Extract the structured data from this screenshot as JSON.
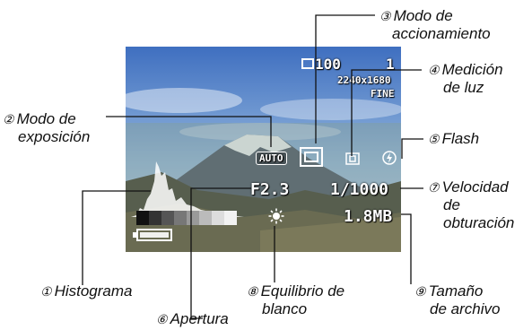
{
  "screen": {
    "counter": "100",
    "remaining": "1",
    "resolution": "2240x1680",
    "quality": "FINE",
    "exposure_mode": "AUTO",
    "aperture": "F2.3",
    "shutter_speed": "1/1000",
    "file_size": "1.8MB"
  },
  "callouts": [
    {
      "n": "③",
      "lines": [
        "Modo de",
        "accionamiento"
      ]
    },
    {
      "n": "④",
      "lines": [
        "Medición",
        "de luz"
      ]
    },
    {
      "n": "②",
      "lines": [
        "Modo de",
        "exposición"
      ]
    },
    {
      "n": "⑤",
      "lines": [
        "Flash"
      ]
    },
    {
      "n": "⑦",
      "lines": [
        "Velocidad",
        "de",
        "obturación"
      ]
    },
    {
      "n": "①",
      "lines": [
        "Histograma"
      ]
    },
    {
      "n": "⑧",
      "lines": [
        "Equilibrio de",
        "blanco"
      ]
    },
    {
      "n": "⑨",
      "lines": [
        "Tamaño",
        "de archivo"
      ]
    },
    {
      "n": "⑥",
      "lines": [
        "Apertura"
      ]
    }
  ]
}
